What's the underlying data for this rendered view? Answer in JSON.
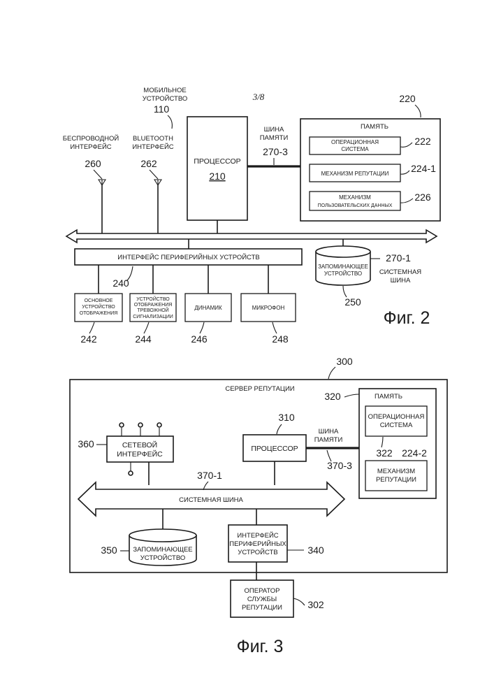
{
  "page_number": "3/8",
  "fig2": {
    "caption": "Фиг. 2",
    "mobile_device": {
      "line1": "МОБИЛЬНОЕ",
      "line2": "УСТРОЙСТВО",
      "num": "110"
    },
    "wireless": {
      "line1": "БЕСПРОВОДНОЙ",
      "line2": "ИНТЕРФЕЙС",
      "num": "260"
    },
    "bluetooth": {
      "line1": "BLUETOOTH",
      "line2": "ИНТЕРФЕЙС",
      "num": "262"
    },
    "processor": {
      "label": "ПРОЦЕССОР",
      "num": "210"
    },
    "memory_bus": {
      "line1": "ШИНА",
      "line2": "ПАМЯТИ",
      "num": "270-3"
    },
    "memory": {
      "label": "ПАМЯТЬ",
      "num": "220",
      "os": {
        "line1": "ОПЕРАЦИОННАЯ",
        "line2": "СИСТЕМА",
        "num": "222"
      },
      "reputation": {
        "label": "МЕХАНИЗМ РЕПУТАЦИИ",
        "num": "224-1"
      },
      "userdata": {
        "line1": "МЕХАНИЗМ",
        "line2": "ПОЛЬЗОВАТЕЛЬСКИХ ДАННЫХ",
        "num": "226"
      }
    },
    "system_bus": {
      "num": "270-1",
      "line1": "СИСТЕМНАЯ",
      "line2": "ШИНА"
    },
    "peripheral": {
      "label": "ИНТЕРФЕЙС ПЕРИФЕРИЙНЫХ УСТРОЙСТВ",
      "num": "240"
    },
    "storage": {
      "line1": "ЗАПОМИНАЮЩЕЕ",
      "line2": "УСТРОЙСТВО",
      "num": "250"
    },
    "main_display": {
      "line1": "ОСНОВНОЕ",
      "line2": "УСТРОЙСТВО",
      "line3": "ОТОБРАЖЕНИЯ",
      "num": "242"
    },
    "alarm_display": {
      "line1": "УСТРОЙСТВО",
      "line2": "ОТОБРАЖЕНИЯ",
      "line3": "ТРЕВОЖНОЙ",
      "line4": "СИГНАЛИЗАЦИИ",
      "num": "244"
    },
    "speaker": {
      "label": "ДИНАМИК",
      "num": "246"
    },
    "microphone": {
      "label": "МИКРОФОН",
      "num": "248"
    }
  },
  "fig3": {
    "caption": "Фиг. 3",
    "server": {
      "label": "СЕРВЕР РЕПУТАЦИИ",
      "num": "300"
    },
    "memory": {
      "label": "ПАМЯТЬ",
      "num": "320",
      "os": {
        "line1": "ОПЕРАЦИОННАЯ",
        "line2": "СИСТЕМА",
        "num": "322"
      },
      "reputation": {
        "line1": "МЕХАНИЗМ",
        "line2": "РЕПУТАЦИИ",
        "num": "224-2"
      }
    },
    "processor": {
      "label": "ПРОЦЕССОР",
      "num": "310"
    },
    "memory_bus": {
      "line1": "ШИНА",
      "line2": "ПАМЯТИ",
      "num": "370-3"
    },
    "network": {
      "line1": "СЕТЕВОЙ",
      "line2": "ИНТЕРФЕЙС",
      "num": "360"
    },
    "system_bus": {
      "label": "СИСТЕМНАЯ ШИНА",
      "num": "370-1"
    },
    "storage": {
      "line1": "ЗАПОМИНАЮЩЕЕ",
      "line2": "УСТРОЙСТВО",
      "num": "350"
    },
    "peripheral": {
      "line1": "ИНТЕРФЕЙС",
      "line2": "ПЕРИФЕРИЙНЫХ",
      "line3": "УСТРОЙСТВ",
      "num": "340"
    },
    "operator": {
      "line1": "ОПЕРАТОР",
      "line2": "СЛУЖБЫ",
      "line3": "РЕПУТАЦИИ",
      "num": "302"
    }
  }
}
